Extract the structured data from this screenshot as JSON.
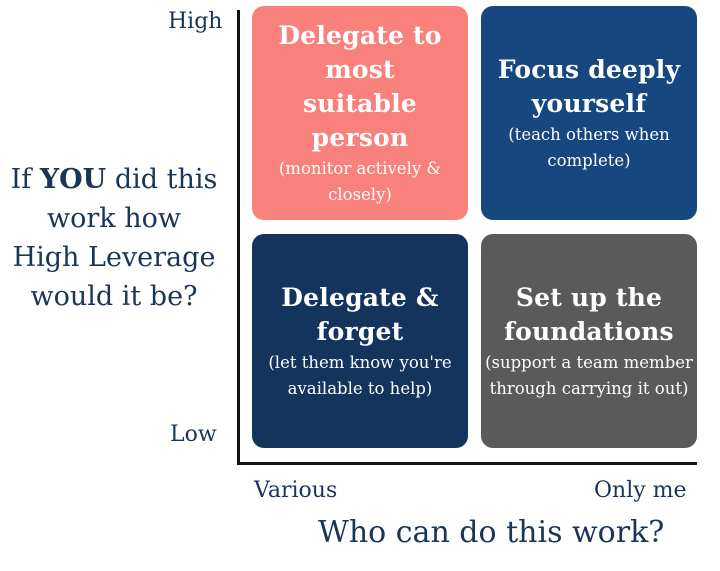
{
  "y_axis": {
    "high_label": "High",
    "low_label": "Low",
    "title_pre": "If ",
    "title_emph": "YOU",
    "title_post": " did this",
    "title_line2": "work how",
    "title_line3": "High Leverage",
    "title_line4": "would it be?"
  },
  "x_axis": {
    "left_label": "Various",
    "right_label": "Only me",
    "title": "Who can do this work?"
  },
  "quadrants": {
    "top_left": {
      "title_line1": "Delegate to most",
      "title_line2": "suitable person",
      "sub_line1": "(monitor actively &",
      "sub_line2": "closely)",
      "color": "#f8827b"
    },
    "top_right": {
      "title_line1": "Focus deeply",
      "title_line2": "yourself",
      "sub_line1": "(teach others when",
      "sub_line2": "complete)",
      "color": "#17477f"
    },
    "bottom_left": {
      "title_line1": "Delegate &",
      "title_line2": "forget",
      "sub_line1": "(let them know you're",
      "sub_line2": "available to help)",
      "color": "#14345e"
    },
    "bottom_right": {
      "title_line1": "Set up the",
      "title_line2": "foundations",
      "sub_line1": "(support a team member",
      "sub_line2": "through carrying it out)",
      "color": "#5a5a5a"
    }
  },
  "colors": {
    "text": "#1a3557",
    "axis": "#111111"
  }
}
